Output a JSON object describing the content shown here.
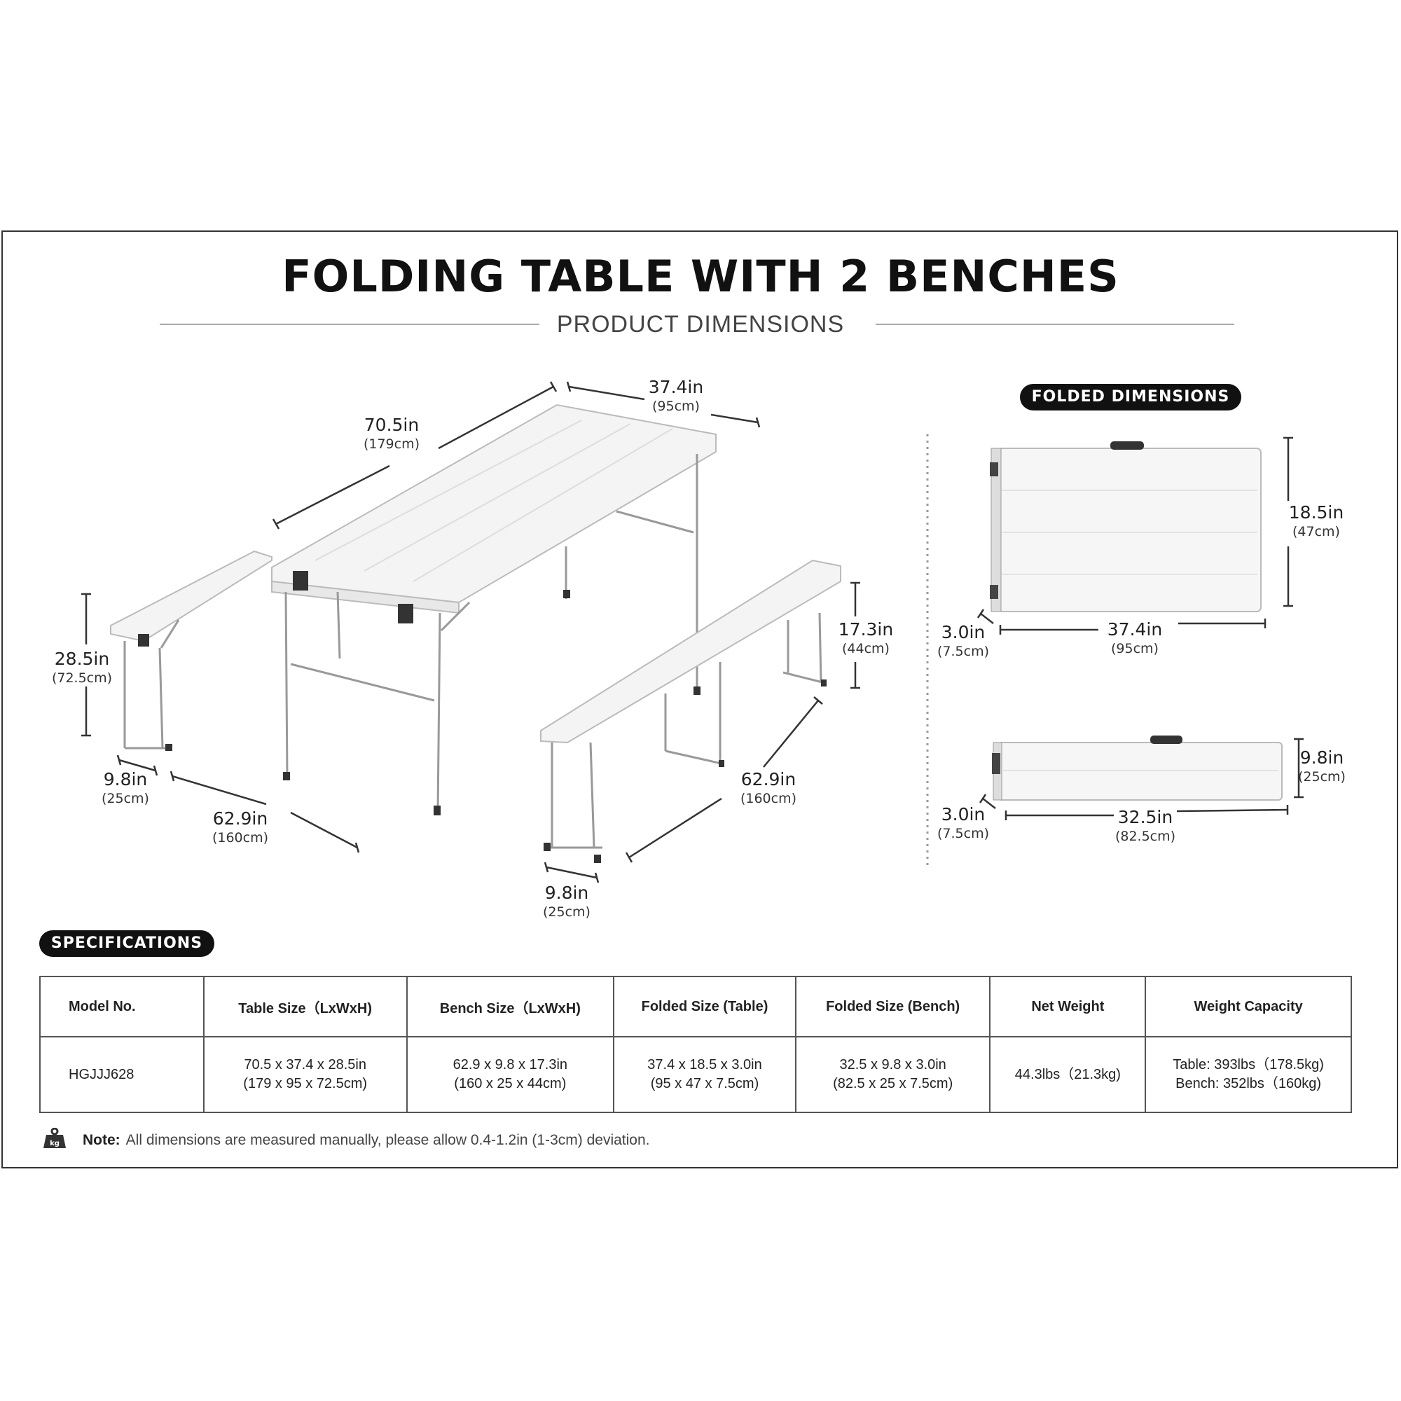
{
  "header": {
    "title": "FOLDING TABLE WITH 2 BENCHES",
    "subtitle": "PRODUCT DIMENSIONS"
  },
  "badges": {
    "folded": "FOLDED DIMENSIONS",
    "specs": "SPECIFICATIONS"
  },
  "dimensions": {
    "table_width": {
      "in": "37.4in",
      "cm": "(95cm)"
    },
    "table_length": {
      "in": "70.5in",
      "cm": "(179cm)"
    },
    "table_height": {
      "in": "28.5in",
      "cm": "(72.5cm)"
    },
    "bench_height": {
      "in": "17.3in",
      "cm": "(44cm)"
    },
    "left_bench_width": {
      "in": "9.8in",
      "cm": "(25cm)"
    },
    "left_bench_length": {
      "in": "62.9in",
      "cm": "(160cm)"
    },
    "right_bench_length": {
      "in": "62.9in",
      "cm": "(160cm)"
    },
    "right_bench_width": {
      "in": "9.8in",
      "cm": "(25cm)"
    },
    "folded_table_height": {
      "in": "18.5in",
      "cm": "(47cm)"
    },
    "folded_table_depth": {
      "in": "3.0in",
      "cm": "(7.5cm)"
    },
    "folded_table_length": {
      "in": "37.4in",
      "cm": "(95cm)"
    },
    "folded_bench_height": {
      "in": "9.8in",
      "cm": "(25cm)"
    },
    "folded_bench_depth": {
      "in": "3.0in",
      "cm": "(7.5cm)"
    },
    "folded_bench_length": {
      "in": "32.5in",
      "cm": "(82.5cm)"
    }
  },
  "specs": {
    "headers": [
      "Model No.",
      "Table Size（LxWxH)",
      "Bench Size（LxWxH)",
      "Folded Size (Table)",
      "Folded Size (Bench)",
      "Net Weight",
      "Weight Capacity"
    ],
    "row": {
      "model": "HGJJJ628",
      "table_size_in": "70.5 x 37.4 x 28.5in",
      "table_size_cm": "(179 x 95 x 72.5cm)",
      "bench_size_in": "62.9 x 9.8 x 17.3in",
      "bench_size_cm": "(160 x 25 x 44cm)",
      "folded_table_in": "37.4 x 18.5 x 3.0in",
      "folded_table_cm": "(95 x 47 x 7.5cm)",
      "folded_bench_in": "32.5 x 9.8 x 3.0in",
      "folded_bench_cm": "(82.5 x 25 x 7.5cm)",
      "net_weight": "44.3lbs（21.3kg)",
      "capacity_table": "Table: 393lbs（178.5kg)",
      "capacity_bench": "Bench: 352lbs（160kg)"
    }
  },
  "note": {
    "label": "Note:",
    "text": "All dimensions are measured manually, please allow 0.4-1.2in (1-3cm) deviation."
  },
  "icons": {
    "note_icon": "scale-weight-icon"
  }
}
